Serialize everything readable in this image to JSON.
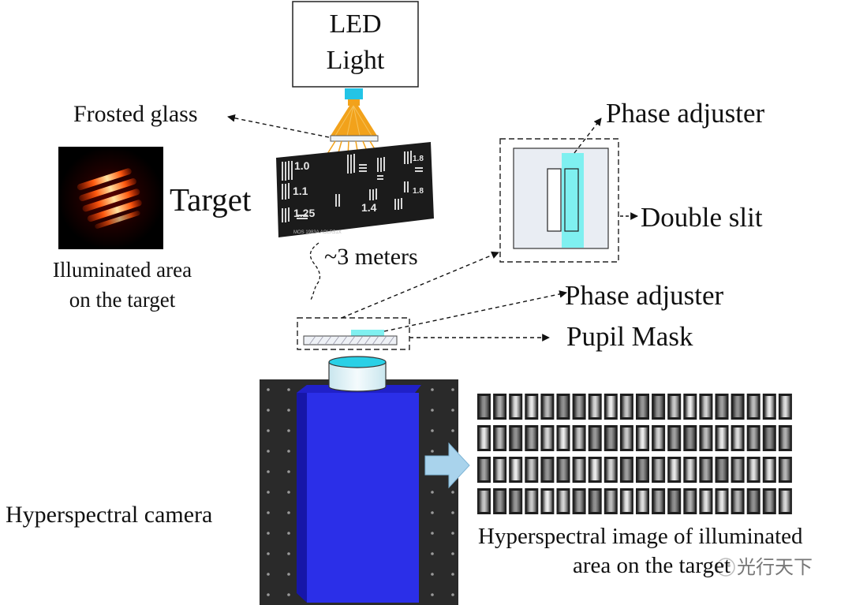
{
  "labels": {
    "led_line1": "LED",
    "led_line2": "Light",
    "frosted_glass": "Frosted glass",
    "target": "Target",
    "illuminated_line1": "Illuminated area",
    "illuminated_line2": "on the target",
    "distance": "~3 meters",
    "phase_adjuster_top": "Phase adjuster",
    "double_slit": "Double slit",
    "phase_adjuster_mid": "Phase adjuster",
    "pupil_mask": "Pupil Mask",
    "hyperspectral_camera": "Hyperspectral camera",
    "hyperspectral_image_line1": "Hyperspectral image of illuminated",
    "hyperspectral_image_line2": "area on the target",
    "watermark": "光行天下"
  },
  "target_chart_numbers": [
    "1.0",
    "1.1",
    "1.25",
    "1.4",
    "1.8",
    "1.8"
  ],
  "target_chart_footer": "MOS 1983A  AOLR51X",
  "colors": {
    "led_light": "#23c4e6",
    "beam": "#f2a21b",
    "phase_adjuster": "#7ff0f0",
    "camera_body": "#2b2fe8",
    "camera_side": "#1616a8",
    "breadboard": "#2a2a2a",
    "lens": "#dff3f7",
    "arrow_fill": "#a9d3ec"
  },
  "hyperspectral_grid": {
    "rows": 4,
    "cols": 20
  }
}
